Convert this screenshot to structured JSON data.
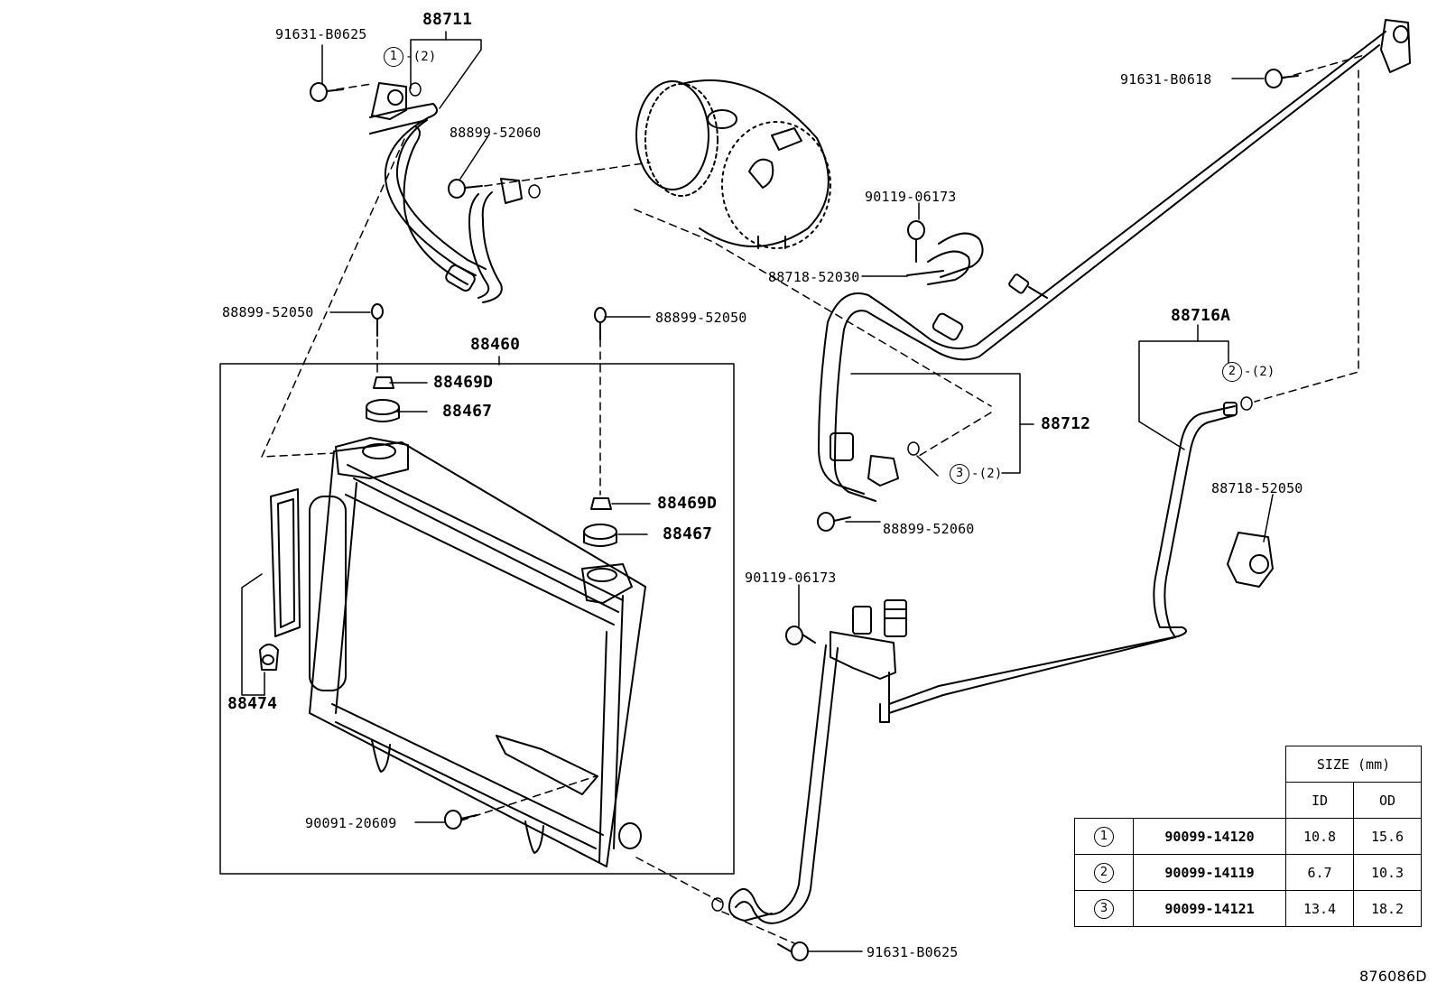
{
  "diagram_id": "876086D",
  "parts": {
    "p88711": "88711",
    "p91631_b0625_top": "91631-B0625",
    "p88899_52060_top": "88899-52060",
    "p91631_b0618": "91631-B0618",
    "p90119_06173_top": "90119-06173",
    "p88718_52030": "88718-52030",
    "p88899_52050_left": "88899-52050",
    "p88899_52050_right": "88899-52050",
    "p88460": "88460",
    "p88469d_top": "88469D",
    "p88467_top": "88467",
    "p88469d_mid": "88469D",
    "p88467_mid": "88467",
    "p88474": "88474",
    "p88712": "88712",
    "p88899_52060_mid": "88899-52060",
    "p88716a": "88716A",
    "p88718_52050": "88718-52050",
    "p90119_06173_mid": "90119-06173",
    "p90091_20609": "90091-20609",
    "p91631_b0625_bottom": "91631-B0625"
  },
  "oring_refs": {
    "r1": {
      "num": "1",
      "qty": "-(2)"
    },
    "r2": {
      "num": "2",
      "qty": "-(2)"
    },
    "r3": {
      "num": "3",
      "qty": "-(2)"
    }
  },
  "size_table": {
    "header": "SIZE (mm)",
    "col_id": "ID",
    "col_od": "OD",
    "rows": [
      {
        "index": "1",
        "part": "90099-14120",
        "id": "10.8",
        "od": "15.6"
      },
      {
        "index": "2",
        "part": "90099-14119",
        "id": "6.7",
        "od": "10.3"
      },
      {
        "index": "3",
        "part": "90099-14121",
        "id": "13.4",
        "od": "18.2"
      }
    ]
  }
}
